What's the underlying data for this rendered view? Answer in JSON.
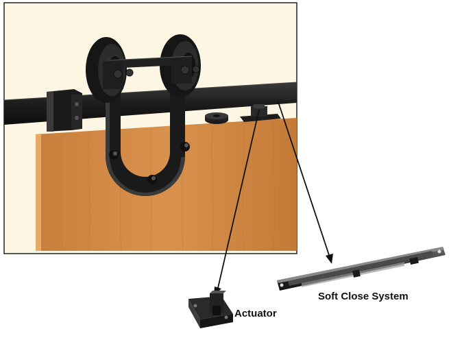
{
  "callouts": {
    "actuator": "Actuator",
    "soft_close_system": "Soft Close System"
  },
  "colors": {
    "wall": "#FDF6E3",
    "door": "#D08A45",
    "door_grain": "#B96F2E",
    "hardware": "#1C1C1C",
    "hardware_highlight": "#555555",
    "leader": "#111111"
  },
  "icons": [
    "barn-door-roller",
    "track-rail",
    "door-stop",
    "soft-close-mechanism",
    "actuator-bracket"
  ]
}
